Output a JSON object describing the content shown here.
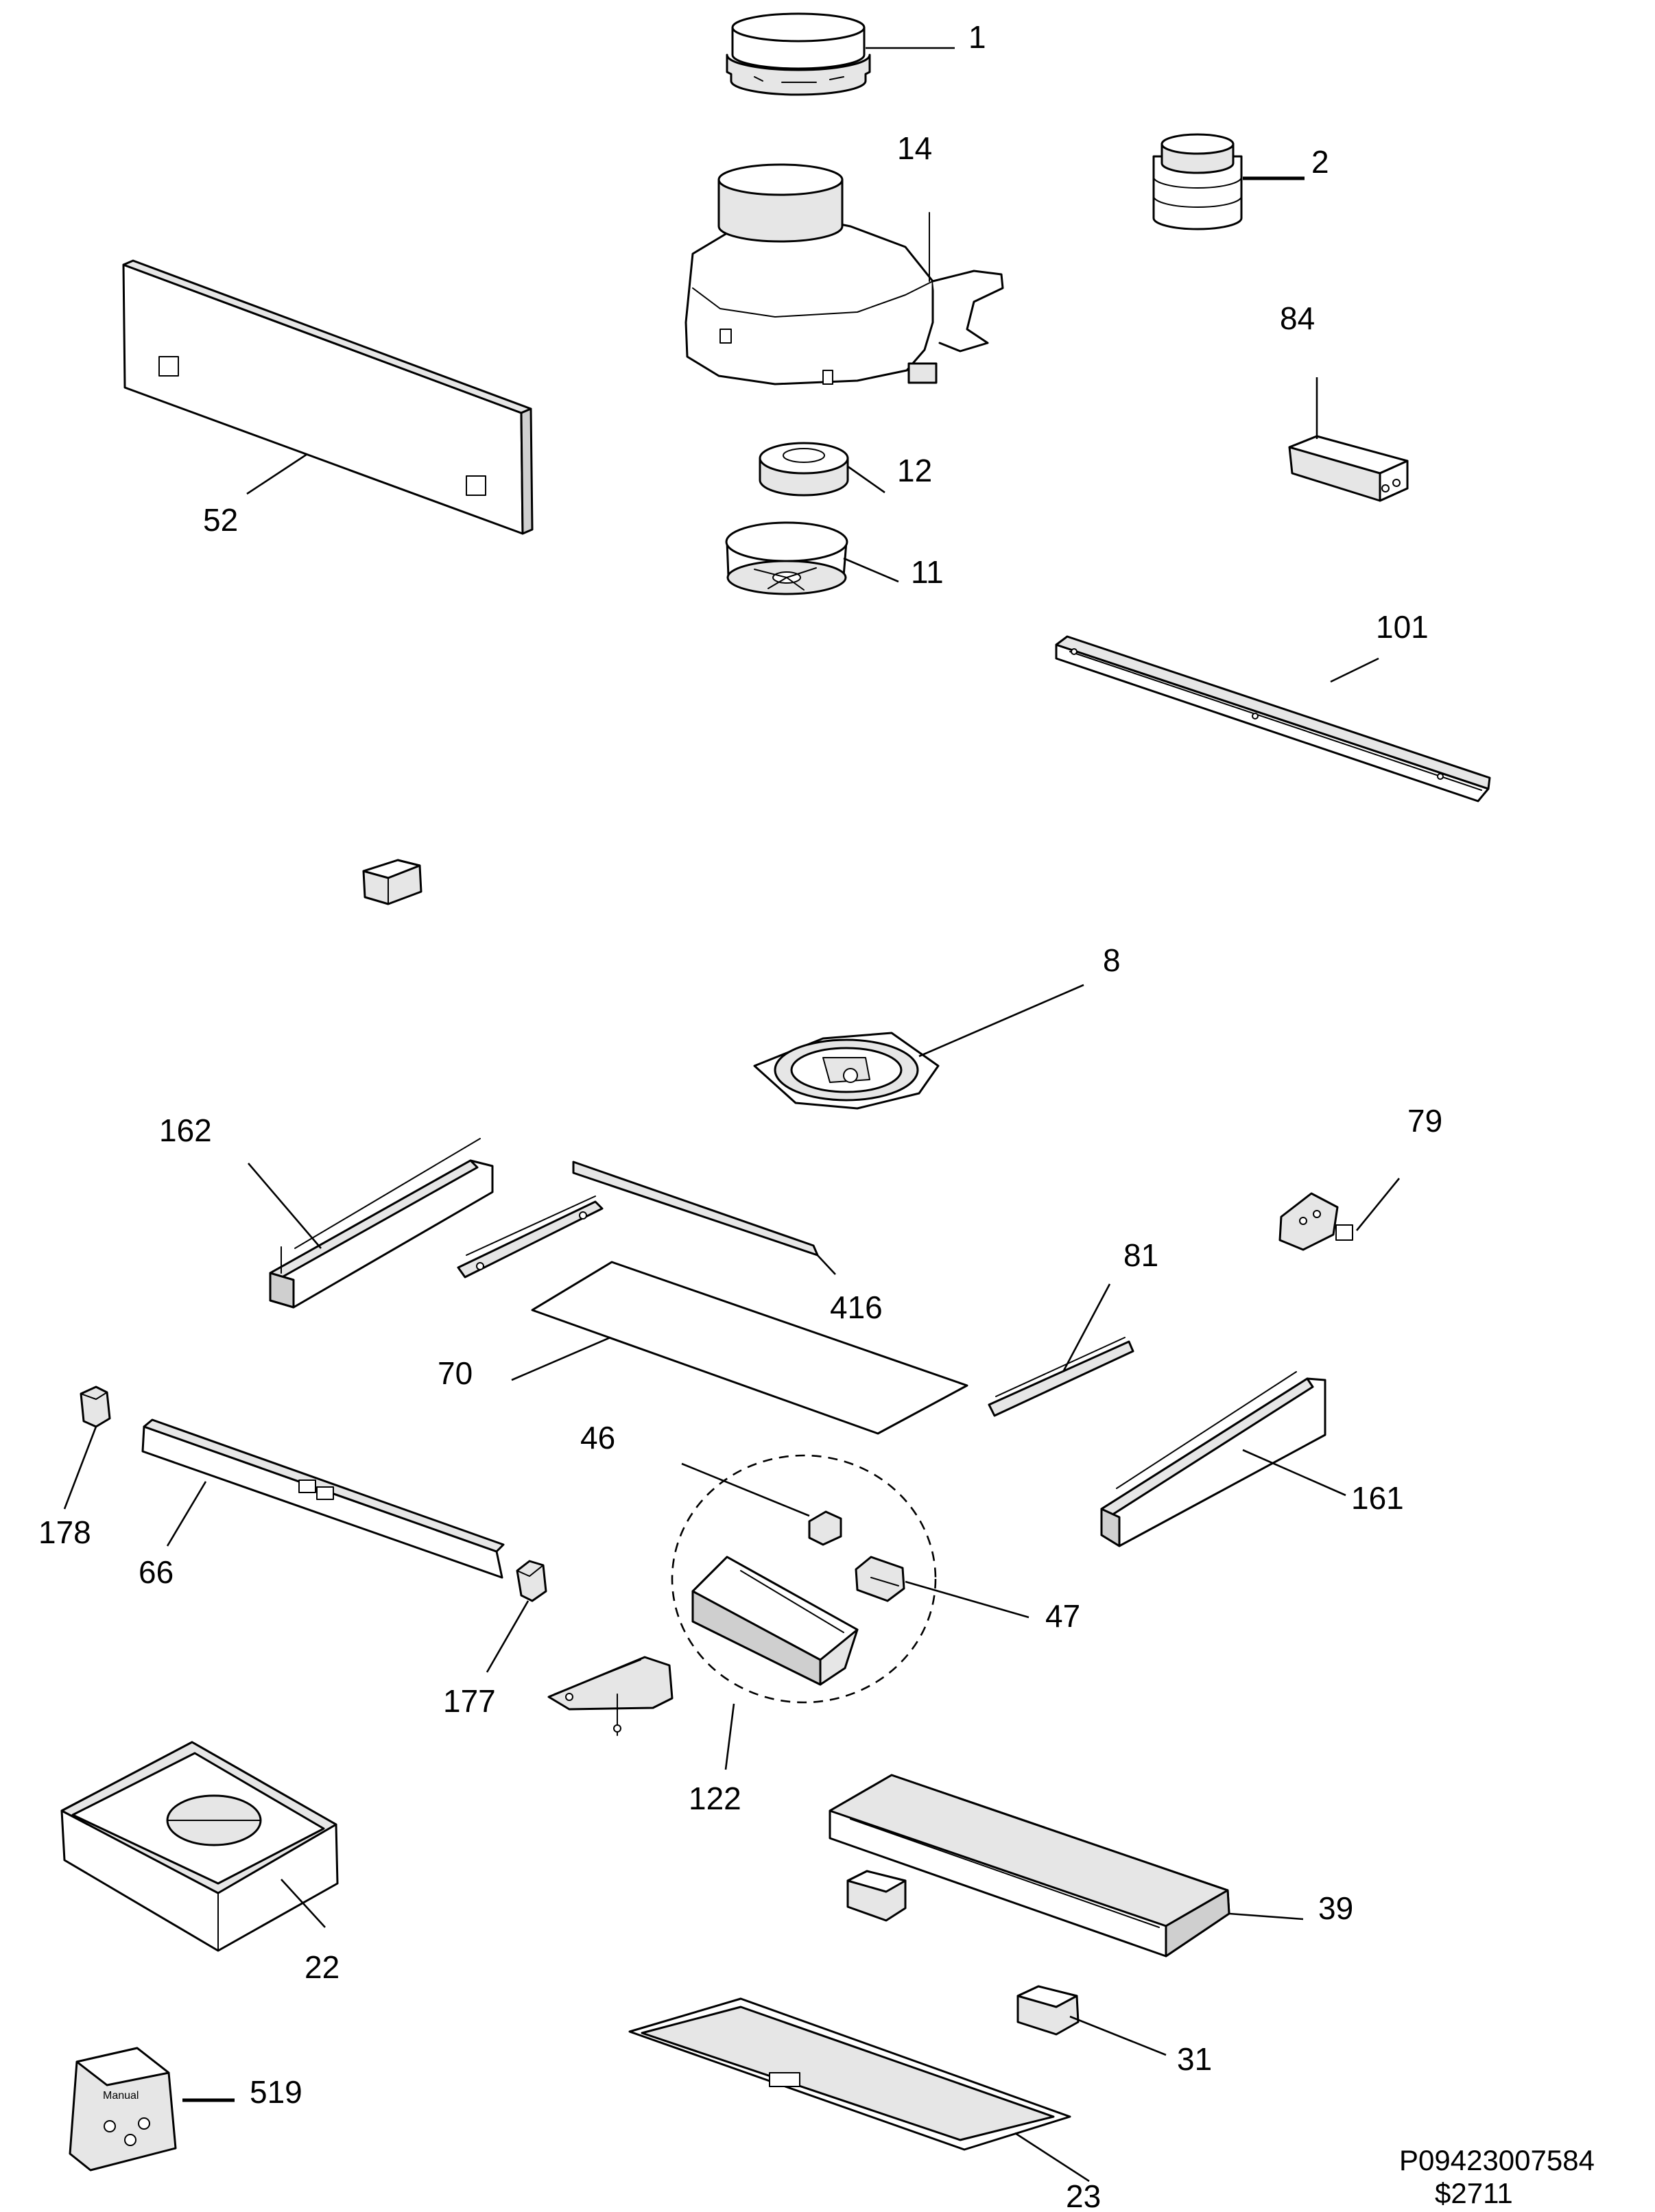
{
  "diagram": {
    "callouts": {
      "p1": "1",
      "p2": "2",
      "p14": "14",
      "p84": "84",
      "p52": "52",
      "p12": "12",
      "p11": "11",
      "p101": "101",
      "p8": "8",
      "p162": "162",
      "p79": "79",
      "p416": "416",
      "p81": "81",
      "p70": "70",
      "p46": "46",
      "p161": "161",
      "p178": "178",
      "p66": "66",
      "p47": "47",
      "p177": "177",
      "p122": "122",
      "p39": "39",
      "p22": "22",
      "p31": "31",
      "p519": "519",
      "p23": "23"
    },
    "bag_label": "Manual",
    "drawing_number": "P09423007584",
    "page_code": "$2711"
  }
}
